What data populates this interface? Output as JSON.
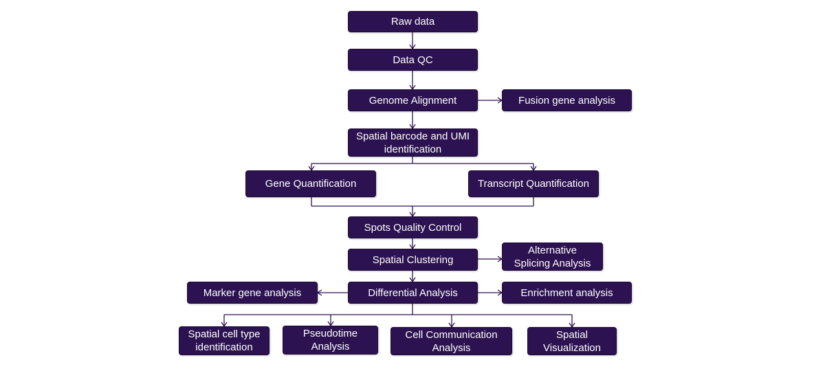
{
  "colors": {
    "node_fill": "#2c1250",
    "node_text": "#ffffff",
    "edge": "#2c1250"
  },
  "nodes": {
    "raw_data": "Raw data",
    "data_qc": "Data QC",
    "genome_alignment": "Genome Alignment",
    "fusion_gene_analysis": "Fusion gene analysis",
    "spatial_barcode": "Spatial barcode and UMI\nidentification",
    "gene_quantification": "Gene Quantification",
    "transcript_quantification": "Transcript Quantification",
    "spots_quality_control": "Spots Quality Control",
    "spatial_clustering": "Spatial Clustering",
    "alternative_splicing": "Alternative\nSplicing Analysis",
    "differential_analysis": "Differential Analysis",
    "marker_gene_analysis": "Marker gene analysis",
    "enrichment_analysis": "Enrichment analysis",
    "spatial_cell_type": "Spatial cell type\nidentification",
    "pseudotime_analysis": "Pseudotime\nAnalysis",
    "cell_communication": "Cell Communication\nAnalysis",
    "spatial_visualization": "Spatial\nVisualization"
  }
}
